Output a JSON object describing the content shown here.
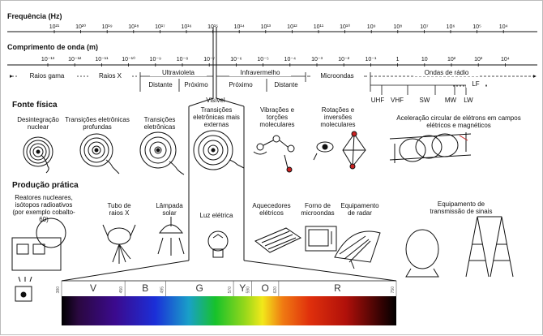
{
  "header": {
    "freq_title": "Frequência (Hz)",
    "wave_title": "Comprimento de onda (m)",
    "freq_ticks": [
      "10²¹",
      "10²⁰",
      "10¹⁹",
      "10¹⁸",
      "10¹⁷",
      "10¹⁶",
      "10¹⁵",
      "10¹⁴",
      "10¹³",
      "10¹²",
      "10¹¹",
      "10¹⁰",
      "10⁹",
      "10⁸",
      "10⁷",
      "10⁶",
      "10⁵",
      "10⁴"
    ],
    "wave_ticks": [
      "10⁻¹³",
      "10⁻¹²",
      "10⁻¹¹",
      "10⁻¹⁰",
      "10⁻⁹",
      "10⁻⁸",
      "10⁻⁷",
      "10⁻⁶",
      "10⁻⁵",
      "10⁻⁴",
      "10⁻³",
      "10⁻²",
      "10⁻¹",
      "1",
      "10",
      "10²",
      "10³",
      "10⁴"
    ]
  },
  "bands": {
    "gamma": "Raios gama",
    "xray": "Raios X",
    "uv": "Ultravioleta",
    "uv_far": "Distante",
    "uv_near": "Próximo",
    "ir": "Infravermelho",
    "ir_near": "Próximo",
    "ir_far": "Distante",
    "microwave": "Microondas",
    "radio": "Ondas de rádio",
    "lf": "LF",
    "uhf": "UHF",
    "vhf": "VHF",
    "sw": "SW",
    "mw": "MW",
    "lw": "LW",
    "visible": "Visível"
  },
  "sources": {
    "title": "Fonte física",
    "nuclear": "Desintegração nuclear",
    "deep": "Transições eletrônicas profundas",
    "elec": "Transições eletrônicas",
    "outer": "Transições eletrônicas mais externas",
    "vib": "Vibrações e torções moleculares",
    "rot": "Rotações e inversões moleculares",
    "accel": "Aceleração circular de elétrons em campos elétricos e magnéticos"
  },
  "production": {
    "title": "Produção prática",
    "reactor": "Reatores nucleares, isótopos radioativos (por exemplo cobalto-60)",
    "xtube": "Tubo de raios X",
    "sunlamp": "Lâmpada solar",
    "light": "Luz elétrica",
    "heater": "Aquecedores elétricos",
    "oven": "Forno de microondas",
    "radar": "Equipamento de radar",
    "radio_tx": "Equipamento de transmissão de sinais"
  },
  "spectrum": {
    "nm_ticks": [
      "380",
      "450",
      "495",
      "570",
      "590",
      "620",
      "750"
    ],
    "letters": [
      "V",
      "B",
      "G",
      "Y",
      "O",
      "R"
    ]
  },
  "colors": {
    "violet": "#3b0a5e",
    "blue": "#1b2fd8",
    "green": "#17c22a",
    "yellow": "#f2e81a",
    "orange": "#f07b12",
    "red": "#d1120c"
  }
}
